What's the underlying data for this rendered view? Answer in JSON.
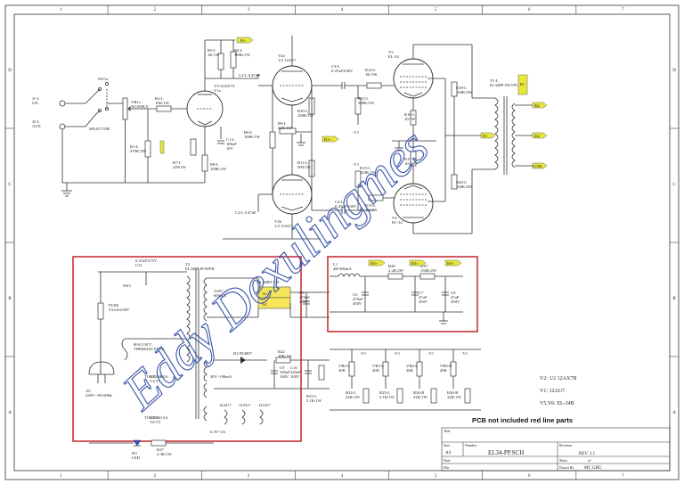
{
  "grid": {
    "cols": [
      "1",
      "2",
      "3",
      "4",
      "5",
      "6",
      "7"
    ],
    "rows": [
      "D",
      "C",
      "B",
      "A"
    ]
  },
  "net_labels": {
    "b_plus_top": "B+",
    "b_plus_mid": "B+",
    "b_plus_out": "B+",
    "b2": "B2+",
    "b1": "B1+",
    "b3": "B3+",
    "b3_left": "B3+",
    "b3_mid": "B3+",
    "b3_ps": "B3+"
  },
  "inputs": {
    "j1": "J1-L\nCD",
    "j2": "J2-L\nAUX",
    "selector_ref": "SW1a",
    "selector_label": "SELECTOR"
  },
  "components": {
    "vr1": "VR1a\n50/100KA",
    "r1": "R1-L\n470K/2W",
    "r2": "R2-L\n10K/1W",
    "r3": "R3-L\n1K/1W",
    "r4": "R4-L\n100K/1W",
    "r5": "R5-L\n100K/1W",
    "r6": "R6-L\n100K/1W",
    "r7": "R7-L\n220/1W",
    "r8": "R8-L\n100K/1W",
    "r9": "R9-L\n22K/1W",
    "r10": "R10-L\n100K/1W",
    "r11": "R11-L\n390/1W",
    "r12": "R12-L\n390K/1W",
    "r13": "R13-L\n220K/1W",
    "r14": "R14-L\n1K/1W",
    "r15": "R15-L\n1K/1W",
    "r16": "R16-L\n10/1W",
    "r17": "R17-L\n10/1W",
    "r18": "R18-L\n10/1W",
    "r19": "R19-L\n100K/2W",
    "r20": "R20-L\n100K/2W",
    "c1": "C1-L\n100uF\n16V",
    "c2": "C2-L 0.47uF",
    "c3": "C3-L\n0.47uF/630V",
    "c4": "C4-L\n0.47uF/630V",
    "v1a": "V1/12AX7A\nV1a",
    "v2a": "V2a\n1/2 12AU7",
    "v2b": "V2b\n1/2 12AU7",
    "v3": "V5\nEL-34",
    "v4": "V6\nEL-34",
    "ot": "T1-L\nEL34PP-OUTPUT",
    "spk": [
      "8Ω",
      "4Ω",
      "COM"
    ],
    "ps_t2": "T2\nEL34PP-POWER",
    "ps_fuse": "FUSE\nT3.6A/250V",
    "ps_sw": "SW1",
    "ps_switch_note": "0.47uF/275V\nC21",
    "ps_thermal": "80A/130°C\nTHERMAL FUSE",
    "ps_ac": "AC\n220V~/50-60Hz",
    "ps_sec": "310V~\n600mA",
    "ps_bridge": "D1 KBPC110",
    "ps_cap": "C5\n470uF\n450V",
    "ps_to_el34": "TO EL-34",
    "ps_to_el34_2": "TO EL34",
    "ps_heater1": "6.3V~3.5A\nV4 V3",
    "ps_heater2": "6.3V~3.5A\nV6 V5",
    "ps_bias": "30V~100mA",
    "ps_d2": "D2 IN4007",
    "ps_r22": "R22\n10K/1W",
    "ps_c9": "C9\n100uF\n100V",
    "ps_c10": "C10\n220uF\n100V",
    "ps_r23": "R23-L\n5.1K/1W",
    "ps_heaters_small": [
      "12AU7",
      "12AU7",
      "12AX7"
    ],
    "ps_heater_small_v": "6.3V~3A",
    "ps_led": "D3\nLED",
    "ps_r27": "R27\n3.3K/1W",
    "filter_l1": "L1\n4H/300mA",
    "filter_r28": "R28\n2.2K/2W",
    "filter_r29": "R29\n150K/2W",
    "filter_c6": "C6\n470uF\n450V",
    "filter_c7": "C7\n47uF\n450V",
    "filter_c8": "C8\n47uF\n450V",
    "bias_vr": [
      "VR2-L\n20K",
      "VR3-L\n20K",
      "VR4-L\n20K",
      "VR5-R\n20K"
    ],
    "bias_r": [
      "R24-L\n22K/1W",
      "R25-L\n5.1K/1W",
      "R26-R\n22K/1W",
      "R26-R\n22K/1W"
    ],
    "bias_net": "-V1"
  },
  "tube_notes": {
    "v2": "V2:  1/2  12AX7B",
    "v1": "V1:  12AU7",
    "v56": "V5,V6:  EL-34B"
  },
  "pcb_note": "PCB not included red line parts",
  "title_block": {
    "title_label": "Title",
    "size_label": "Size",
    "size": "A4",
    "number_label": "Number",
    "number": "EL34-PP.SCH",
    "revision_label": "Revision",
    "revision": "REV. 1.1",
    "date_label": "Date",
    "file_label": "File",
    "sheet_label": "Sheet",
    "sheet": "of",
    "drawn_label": "Drawn By",
    "drawn": "MC GRU"
  },
  "watermark": "Eddy Dexulingmes",
  "colors": {
    "accent_red": "#c8323a",
    "net_tag": "#e8e83c",
    "bridge_fill": "#f7e65a",
    "watermark": "#3a55a8"
  }
}
